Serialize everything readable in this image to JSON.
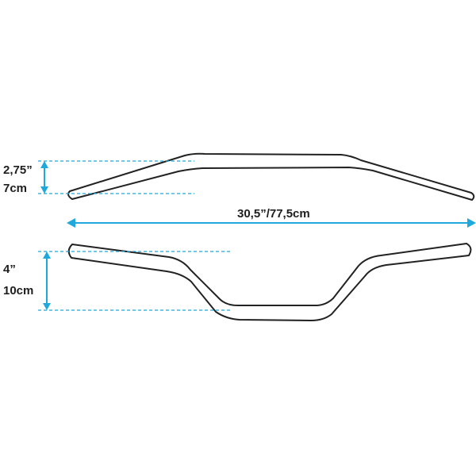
{
  "colors": {
    "background": "#ffffff",
    "outline": "#222222",
    "dimension": "#1ea8dc",
    "text": "#1e1e1e"
  },
  "labels": {
    "rise_in": "2,75”",
    "rise_cm": "7cm",
    "width": "30,5”/77,5cm",
    "pullback_in": "4”",
    "pullback_cm": "10cm"
  }
}
